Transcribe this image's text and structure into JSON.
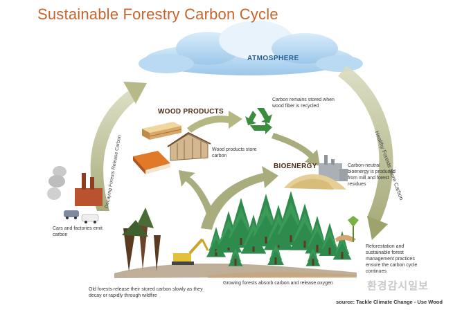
{
  "title": "Sustainable Forestry Carbon Cycle",
  "labels": {
    "atmosphere": "ATMOSPHERE",
    "wood_products": "WOOD PRODUCTS",
    "bioenergy": "BIOENERGY",
    "carbon_remains": "Carbon remains stored when wood fiber is recycled",
    "wood_store": "Wood products store carbon",
    "carbon_neutral": "Carbon-neutral bioenergy is produced from mill and forest residues",
    "cars_factories": "Cars and factories emit carbon",
    "reforestation": "Reforestation and sustainable forest management practices ensure the carbon cycle continues",
    "old_forests": "Old forests release their stored carbon slowly as they decay or rapidly through wildfire",
    "growing_forests": "Growing forests absorb carbon and release oxygen"
  },
  "arrows": {
    "right": "Healthy Forests Store Carbon",
    "left": "Decaying Forests Release Carbon"
  },
  "source": "source: Tackle Climate Change - Use Wood",
  "watermark": "환경감시일보",
  "icons": [
    "cloud-icon",
    "recycle-icon",
    "lumber-icon",
    "book-icon",
    "house-icon",
    "factory-icon",
    "car-icon",
    "mill-icon",
    "sawdust-icon",
    "seedling-icon",
    "excavator-icon",
    "tree-icon"
  ],
  "colors": {
    "title": "#c8632a",
    "arrow": "#a9ac7c",
    "forest": "#2f8a4e",
    "atmosphere_text": "#2a5d8f"
  }
}
